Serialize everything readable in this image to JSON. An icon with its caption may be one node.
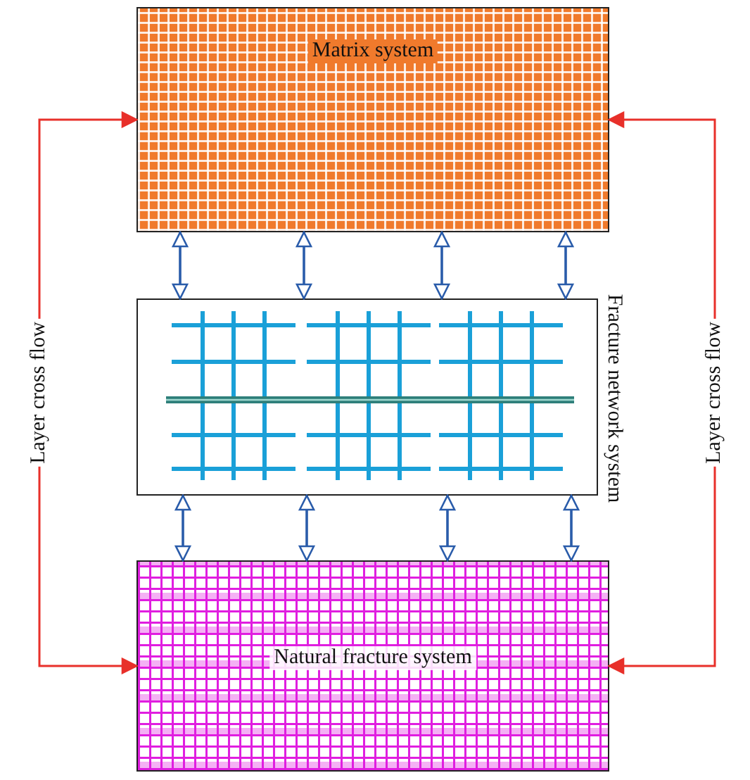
{
  "diagram": {
    "nodes": [
      {
        "text": [
          "Matrix system"
        ]
      },
      {
        "text": [
          "Fracture network system"
        ]
      },
      {
        "text": [
          "Natural fracture system"
        ]
      }
    ],
    "edges": [
      {
        "from": 0,
        "to": 1,
        "arrow": "both"
      },
      {
        "from": 0,
        "to": 1,
        "arrow": "both"
      },
      {
        "from": 0,
        "to": 1,
        "arrow": "both"
      },
      {
        "from": 0,
        "to": 1,
        "arrow": "both"
      },
      {
        "from": 1,
        "to": 2,
        "arrow": "both"
      },
      {
        "from": 1,
        "to": 2,
        "arrow": "both"
      },
      {
        "from": 1,
        "to": 2,
        "arrow": "both"
      },
      {
        "from": 1,
        "to": 2,
        "arrow": "both"
      },
      {
        "from": 0,
        "to": 2,
        "arrow": "both",
        "label": "Layer cross flow",
        "color": "#e8302a"
      },
      {
        "from": 0,
        "to": 2,
        "arrow": "both",
        "label": "Layer cross flow",
        "color": "#e8302a"
      }
    ]
  }
}
